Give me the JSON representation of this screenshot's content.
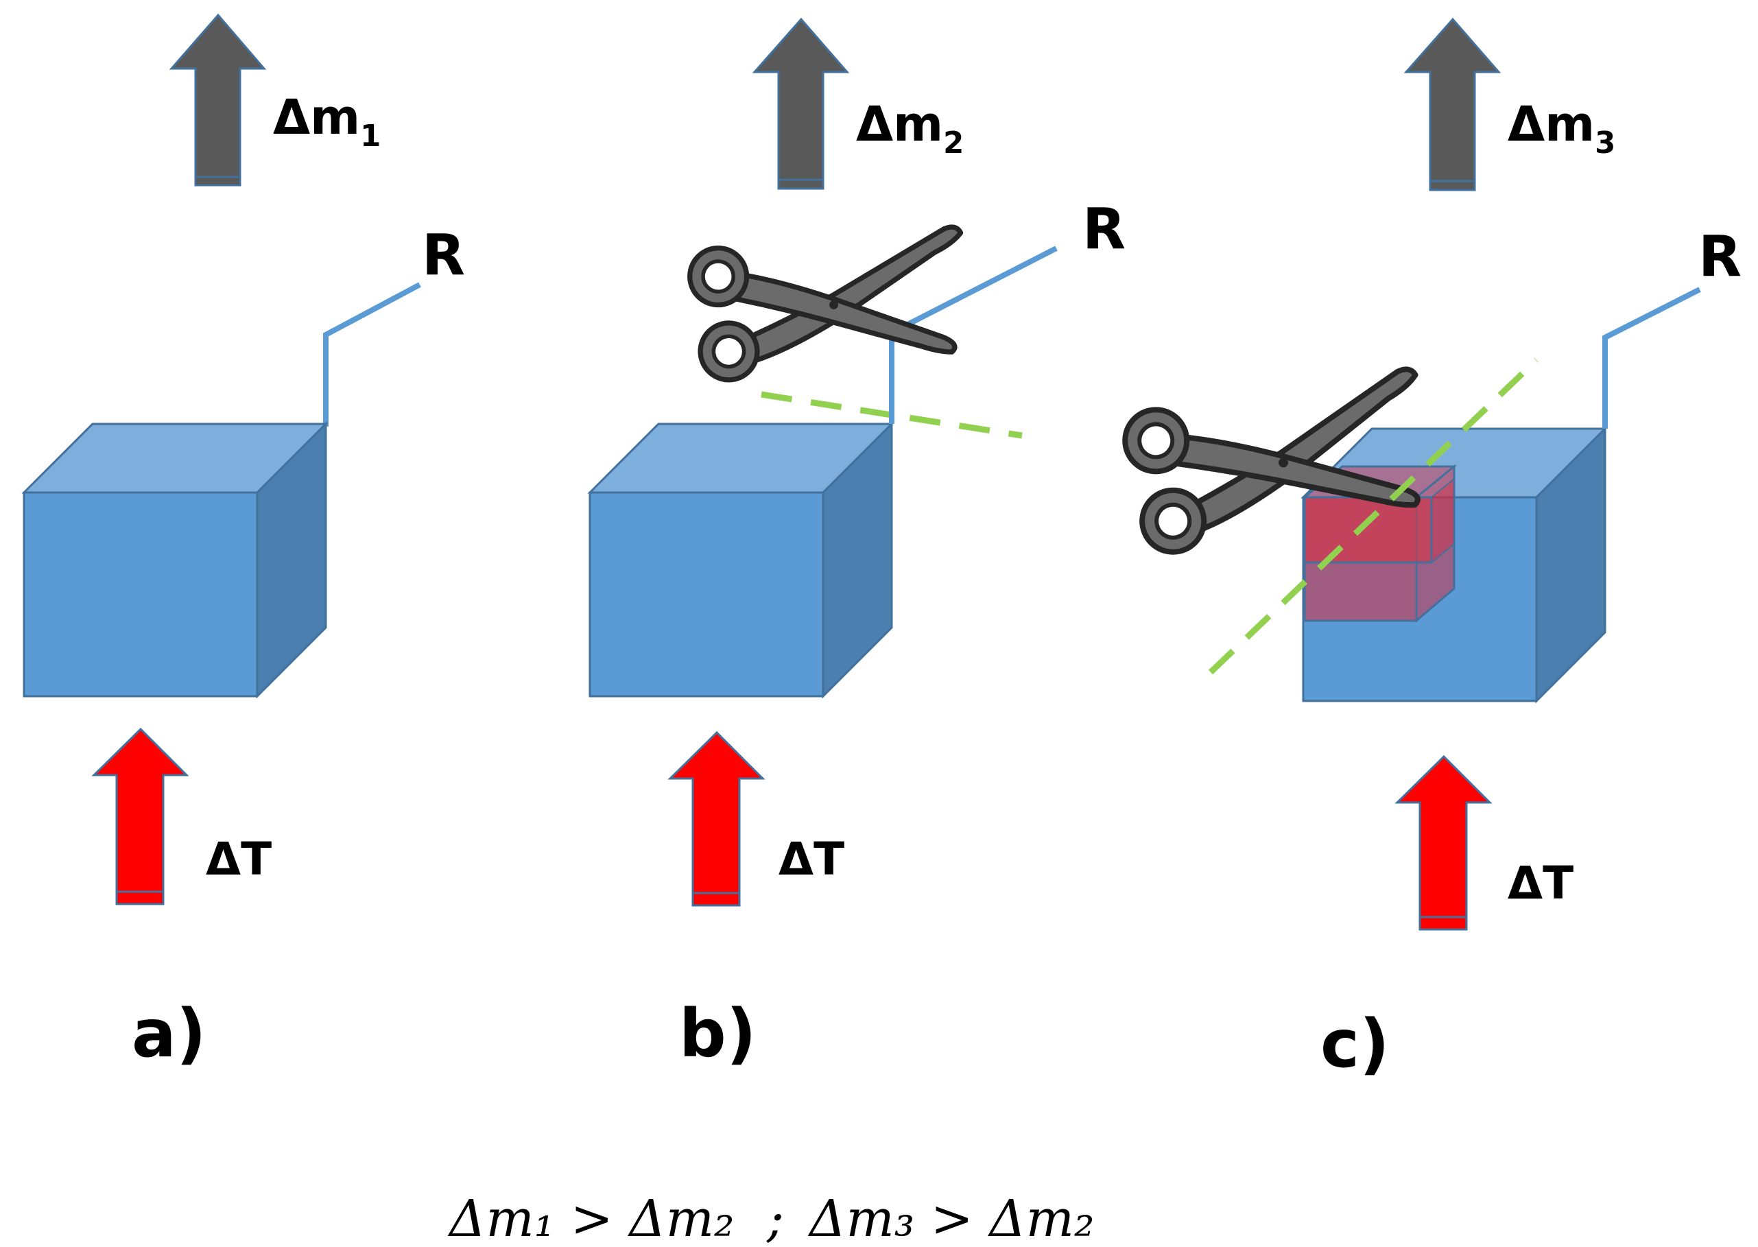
{
  "panels": [
    {
      "caption": "a)",
      "mass_symbol": "Δm",
      "mass_index": "1",
      "temp_label": "ΔT",
      "probe_label": "R"
    },
    {
      "caption": "b)",
      "mass_symbol": "Δm",
      "mass_index": "2",
      "temp_label": "ΔT",
      "probe_label": "R"
    },
    {
      "caption": "c)",
      "mass_symbol": "Δm",
      "mass_index": "3",
      "temp_label": "ΔT",
      "probe_label": "R"
    }
  ],
  "relation": {
    "left": "Δm₁ > Δm₂",
    "separator": ";",
    "right": "Δm₃ > Δm₂"
  },
  "colors": {
    "cube_front": "#5b9bd5",
    "cube_top": "#7eaedc",
    "cube_side": "#4a7fb0",
    "cube_edge": "#41719c",
    "mass_arrow": "#595959",
    "heat_arrow": "#ff0000",
    "probe_wire": "#5b9bd5",
    "cut_line": "#92d050",
    "cut_block": "#d9283c",
    "scissors_fill": "#6b6b6b",
    "scissors_outline": "#262626"
  }
}
